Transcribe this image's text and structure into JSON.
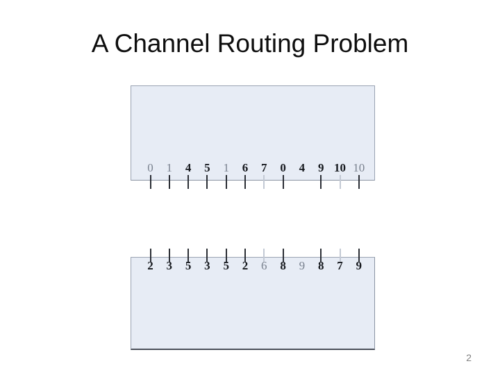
{
  "title": "A Channel Routing Problem",
  "page_number": "2",
  "colors": {
    "box_fill": "#e7ecf5",
    "box_border": "#99a2b2",
    "pin_black": "#15181d",
    "pin_gray": "#79818e",
    "tick_dark": "#2b2e35",
    "tick_faint": "#c3c9d4"
  },
  "top_row": {
    "pins": [
      {
        "value": "0",
        "shade": "gray",
        "tick": "dark"
      },
      {
        "value": "1",
        "shade": "gray",
        "tick": "dark"
      },
      {
        "value": "4",
        "shade": "black",
        "tick": "dark"
      },
      {
        "value": "5",
        "shade": "black",
        "tick": "dark"
      },
      {
        "value": "1",
        "shade": "gray",
        "tick": "dark"
      },
      {
        "value": "6",
        "shade": "black",
        "tick": "dark"
      },
      {
        "value": "7",
        "shade": "black",
        "tick": "faint"
      },
      {
        "value": "0",
        "shade": "black",
        "tick": "dark"
      },
      {
        "value": "4",
        "shade": "black",
        "tick": "none"
      },
      {
        "value": "9",
        "shade": "black",
        "tick": "dark"
      },
      {
        "value": "10",
        "shade": "black",
        "tick": "faint"
      },
      {
        "value": "10",
        "shade": "gray",
        "tick": "dark"
      }
    ]
  },
  "bottom_row": {
    "pins": [
      {
        "value": "2",
        "shade": "black",
        "tick": "dark"
      },
      {
        "value": "3",
        "shade": "black",
        "tick": "dark"
      },
      {
        "value": "5",
        "shade": "black",
        "tick": "dark"
      },
      {
        "value": "3",
        "shade": "black",
        "tick": "dark"
      },
      {
        "value": "5",
        "shade": "black",
        "tick": "dark"
      },
      {
        "value": "2",
        "shade": "black",
        "tick": "dark"
      },
      {
        "value": "6",
        "shade": "gray",
        "tick": "faint"
      },
      {
        "value": "8",
        "shade": "black",
        "tick": "dark"
      },
      {
        "value": "9",
        "shade": "gray",
        "tick": "none"
      },
      {
        "value": "8",
        "shade": "black",
        "tick": "dark"
      },
      {
        "value": "7",
        "shade": "black",
        "tick": "faint"
      },
      {
        "value": "9",
        "shade": "black",
        "tick": "dark"
      }
    ]
  }
}
